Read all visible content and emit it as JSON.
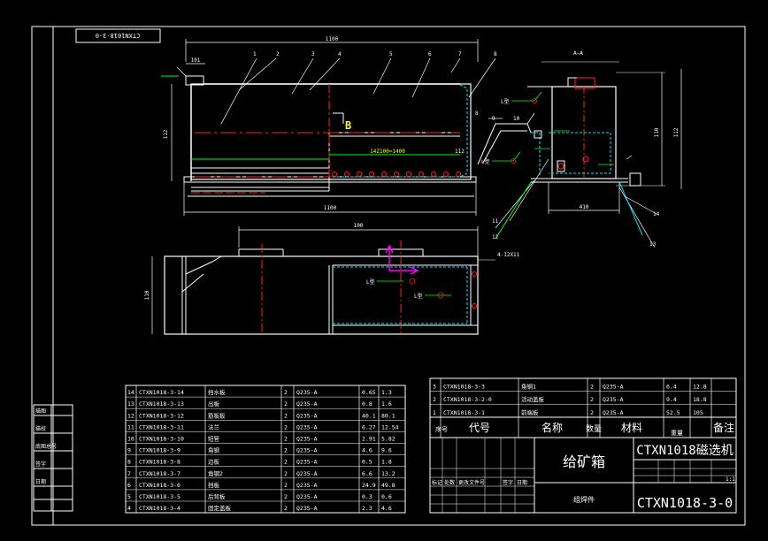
{
  "frame_code": "CTXN1018-3-0",
  "section_label": "A—A",
  "section_mark": "B",
  "dims": {
    "top_overall": "1100",
    "left_height": "112",
    "bottom_overall": "1100",
    "top_small": "101",
    "perforated_plate": "14Z100=1400",
    "right_height": "110",
    "right_height2": "112",
    "right_bottom": "410",
    "plan_top": "100",
    "plan_left": "110",
    "tag_4x12": "4-12X11"
  },
  "balloons": [
    "1",
    "2",
    "3",
    "4",
    "5",
    "6",
    "7",
    "8",
    "9",
    "10",
    "11",
    "12",
    "13",
    "14"
  ],
  "weld_mark": "L型",
  "parts_left": [
    {
      "no": "14",
      "code": "CTXN1018-3-14",
      "name": "挡水板",
      "qty": "2",
      "mat": "Q235-A",
      "w1": "0.65",
      "w2": "1.3"
    },
    {
      "no": "13",
      "code": "CTXN1018-3-13",
      "name": "出板",
      "qty": "2",
      "mat": "Q235-A",
      "w1": "0.8",
      "w2": "1.6"
    },
    {
      "no": "12",
      "code": "CTXN1018-3-12",
      "name": "筋板板",
      "qty": "2",
      "mat": "Q235-A",
      "w1": "40.1",
      "w2": "80.1"
    },
    {
      "no": "11",
      "code": "CTXN1018-3-11",
      "name": "法兰",
      "qty": "2",
      "mat": "Q235-A",
      "w1": "6.27",
      "w2": "12.54"
    },
    {
      "no": "10",
      "code": "CTXN1018-3-10",
      "name": "短管",
      "qty": "2",
      "mat": "Q235-A",
      "w1": "2.91",
      "w2": "5.82"
    },
    {
      "no": "9",
      "code": "CTXN1018-3-9",
      "name": "角钢",
      "qty": "2",
      "mat": "Q235-A",
      "w1": "4.6",
      "w2": "9.6"
    },
    {
      "no": "8",
      "code": "CTXN1018-3-8",
      "name": "边板",
      "qty": "2",
      "mat": "Q235-A",
      "w1": "0.5",
      "w2": "1.8"
    },
    {
      "no": "7",
      "code": "CTXN1018-3-7",
      "name": "角钢2",
      "qty": "2",
      "mat": "Q235-A",
      "w1": "6.6",
      "w2": "13.2"
    },
    {
      "no": "6",
      "code": "CTXN1018-3-6",
      "name": "挡板",
      "qty": "2",
      "mat": "Q235-A",
      "w1": "24.9",
      "w2": "49.8"
    },
    {
      "no": "5",
      "code": "CTXN1018-3-5",
      "name": "后背板",
      "qty": "2",
      "mat": "Q235-A",
      "w1": "0.3",
      "w2": "0.6"
    },
    {
      "no": "4",
      "code": "CTXN1018-3-4",
      "name": "固定盖板",
      "qty": "2",
      "mat": "Q235-A",
      "w1": "2.3",
      "w2": "4.6"
    }
  ],
  "parts_right": [
    {
      "no": "3",
      "code": "CTXN1018-3-3",
      "name": "角钢1",
      "qty": "2",
      "mat": "Q235-A",
      "w1": "6.4",
      "w2": "12.8"
    },
    {
      "no": "2",
      "code": "CTXN1018-3-2-0",
      "name": "活动盖板",
      "qty": "2",
      "mat": "Q235-A",
      "w1": "9.4",
      "w2": "18.8"
    },
    {
      "no": "1",
      "code": "CTXN1018-3-1",
      "name": "前端板",
      "qty": "2",
      "mat": "Q235-A",
      "w1": "52.5",
      "w2": "105"
    }
  ],
  "headers": {
    "no": "序号",
    "code": "代号",
    "name": "名称",
    "qty": "数量",
    "mat": "材料",
    "note": "备注",
    "weight": "重量"
  },
  "title": {
    "part_name": "给矿箱",
    "machine": "CTXN1018磁选机",
    "drawing_no": "CTXN1018-3-0",
    "type": "组焊件",
    "scale_note": "1:1"
  },
  "revision_labels": [
    "标记",
    "处数",
    "更改文件号",
    "签字",
    "日期"
  ],
  "side_stamps": [
    "描图",
    "描校",
    "底图总号",
    "签字",
    "日期"
  ],
  "colors": {
    "line": "#ffffff",
    "red": "#ff2020",
    "green": "#00ff00",
    "cyan": "#00e5ff",
    "yellow": "#ffff00",
    "magenta": "#ff00ff",
    "bg": "#000000"
  }
}
